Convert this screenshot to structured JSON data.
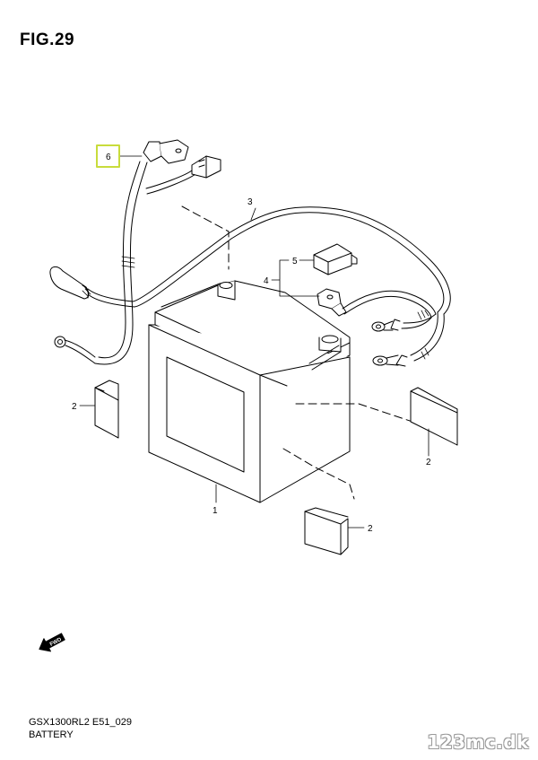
{
  "figure": {
    "title": "FIG.29",
    "model_code": "GSX1300RL2 E51_029",
    "caption": "BATTERY",
    "watermark": "123mc.dk"
  },
  "callouts": [
    {
      "id": "part-1",
      "label": "1"
    },
    {
      "id": "part-2a",
      "label": "2"
    },
    {
      "id": "part-2b",
      "label": "2"
    },
    {
      "id": "part-2c",
      "label": "2"
    },
    {
      "id": "part-3",
      "label": "3"
    },
    {
      "id": "part-4",
      "label": "4"
    },
    {
      "id": "part-5",
      "label": "5"
    },
    {
      "id": "part-6",
      "label": "6"
    }
  ],
  "fwd_arrow": {
    "label": "FWD",
    "icon": "fwd-arrow-icon"
  },
  "highlight_color": "#c8dc3c"
}
